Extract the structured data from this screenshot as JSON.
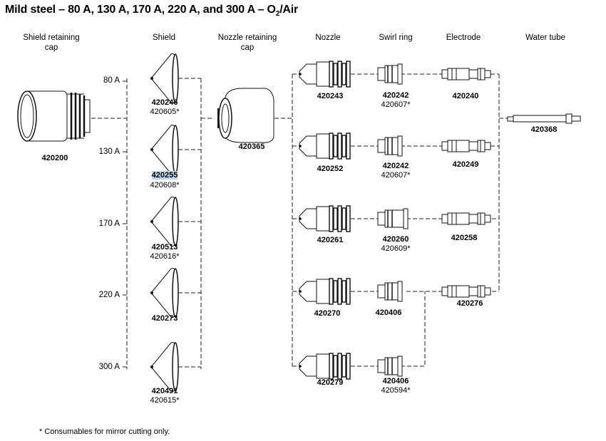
{
  "title": {
    "main": "Mild steel – 80 A, 130 A, 170 A, 220 A, and 300 A – O",
    "sub": "2",
    "tail": "/Air"
  },
  "headers": {
    "shield_retaining_cap": "Shield retaining cap",
    "shield": "Shield",
    "nozzle_retaining_cap": "Nozzle retaining cap",
    "nozzle": "Nozzle",
    "swirl_ring": "Swirl ring",
    "electrode": "Electrode",
    "water_tube": "Water tube"
  },
  "amperages": [
    "80 A",
    "130 A",
    "170 A",
    "220 A",
    "300 A"
  ],
  "shield_retaining_cap": {
    "part": "420200"
  },
  "nozzle_retaining_cap": {
    "part": "420365"
  },
  "water_tube": {
    "part": "420368"
  },
  "shields": [
    {
      "part": "420246",
      "alt": "420605*"
    },
    {
      "part": "420255",
      "alt": "420608*"
    },
    {
      "part": "420513",
      "alt": "420616*"
    },
    {
      "part": "420273",
      "alt": ""
    },
    {
      "part": "420491",
      "alt": "420615*"
    }
  ],
  "nozzles": [
    {
      "part": "420243"
    },
    {
      "part": "420252"
    },
    {
      "part": "420261"
    },
    {
      "part": "420270"
    },
    {
      "part": "420279"
    }
  ],
  "swirl_rings": [
    {
      "part": "420242",
      "alt": "420607*"
    },
    {
      "part": "420242",
      "alt": "420607*"
    },
    {
      "part": "420260",
      "alt": "420609*"
    },
    {
      "part": "420406",
      "alt": ""
    },
    {
      "part": "420406",
      "alt": "420594*"
    }
  ],
  "electrodes": [
    {
      "part": "420240"
    },
    {
      "part": "420249"
    },
    {
      "part": "420258"
    },
    {
      "part": "420276"
    }
  ],
  "footnote": "*   Consumables for mirror cutting only."
}
